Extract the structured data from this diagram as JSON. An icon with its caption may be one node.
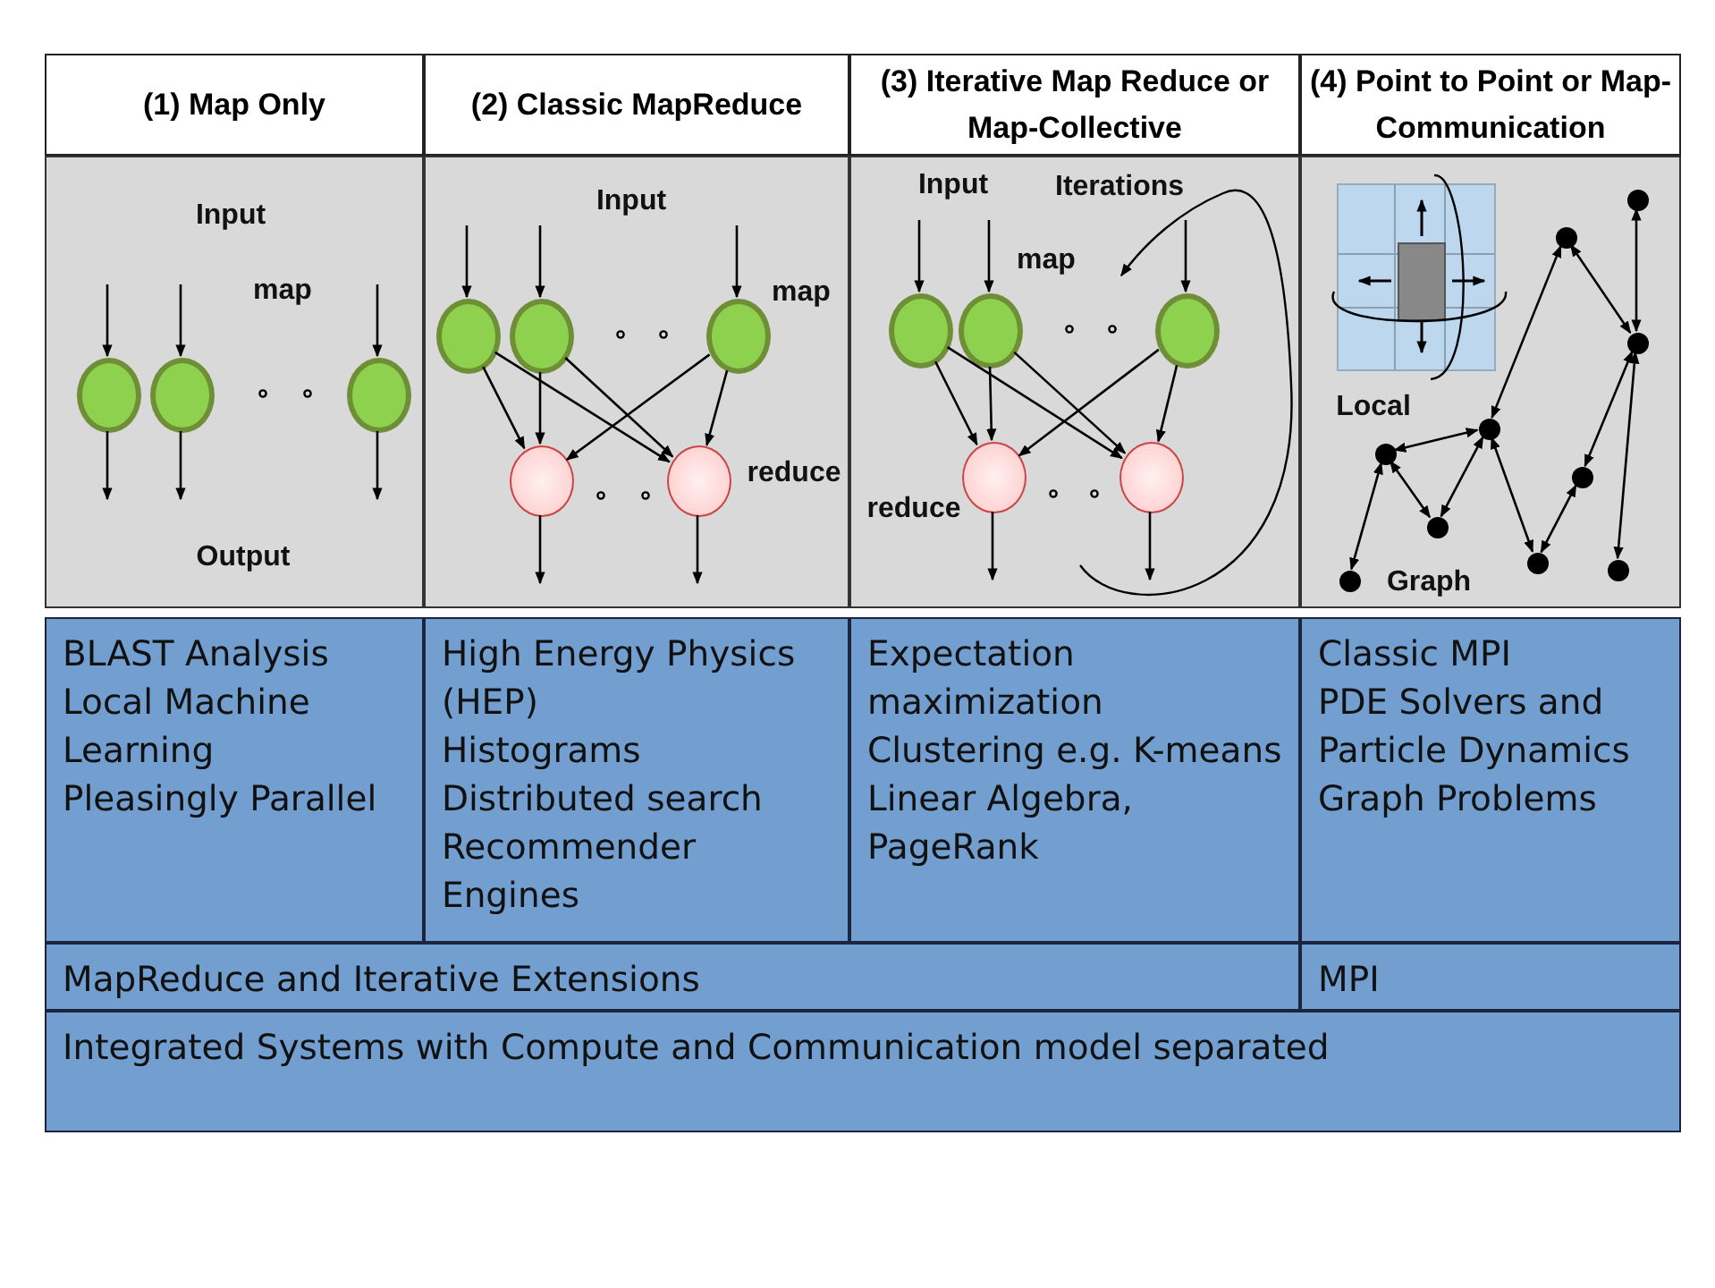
{
  "diagram": {
    "nodes": [
      {
        "text": [
          "(1) Map Only"
        ]
      },
      {
        "text": [
          "(2) Classic MapReduce"
        ]
      },
      {
        "text": [
          "(3) Iterative Map Reduce or Map-Collective"
        ]
      },
      {
        "text": [
          "(4) Point to Point or Map-Communication"
        ]
      },
      {
        "text": [
          "Input",
          "map",
          "Output"
        ]
      },
      {
        "text": [],
        "shape": "circle",
        "in": 4
      },
      {
        "text": [],
        "shape": "circle",
        "in": 4
      },
      {
        "text": [],
        "shape": "circle",
        "in": 4
      },
      {
        "text": [
          "Input",
          "map",
          "reduce"
        ]
      },
      {
        "text": [],
        "shape": "circle",
        "in": 8
      },
      {
        "text": [],
        "shape": "circle",
        "in": 8
      },
      {
        "text": [],
        "shape": "circle",
        "in": 8
      },
      {
        "text": [],
        "shape": "circle",
        "in": 8
      },
      {
        "text": [],
        "shape": "circle",
        "in": 8
      },
      {
        "text": [
          "Input",
          "Iterations",
          "map",
          "reduce"
        ]
      },
      {
        "text": [],
        "shape": "circle",
        "in": 14
      },
      {
        "text": [],
        "shape": "circle",
        "in": 14
      },
      {
        "text": [],
        "shape": "circle",
        "in": 14
      },
      {
        "text": [],
        "shape": "circle",
        "in": 14
      },
      {
        "text": [],
        "shape": "circle",
        "in": 14
      },
      {
        "text": [
          "Local",
          "Graph"
        ]
      },
      {
        "text": [],
        "shape": "circle",
        "in": 20
      },
      {
        "text": [],
        "shape": "circle",
        "in": 20
      },
      {
        "text": [],
        "shape": "circle",
        "in": 20
      },
      {
        "text": [],
        "shape": "circle",
        "in": 20
      },
      {
        "text": [],
        "shape": "circle",
        "in": 20
      },
      {
        "text": [],
        "shape": "circle",
        "in": 20
      },
      {
        "text": [],
        "shape": "circle",
        "in": 20
      },
      {
        "text": [],
        "shape": "circle",
        "in": 20
      },
      {
        "text": [],
        "shape": "circle",
        "in": 20
      },
      {
        "text": [],
        "shape": "circle",
        "in": 20
      },
      {
        "text": [
          "BLAST Analysis",
          "Local Machine Learning",
          "Pleasingly Parallel"
        ]
      },
      {
        "text": [
          "High Energy Physics (HEP)",
          "Histograms",
          "Distributed search",
          "Recommender Engines"
        ]
      },
      {
        "text": [
          "Expectation maximization",
          "Clustering e.g. K-means",
          "Linear Algebra, PageRank"
        ]
      },
      {
        "text": [
          "Classic MPI",
          "PDE Solvers and Particle Dynamics",
          "Graph Problems"
        ]
      },
      {
        "text": [
          "MapReduce and Iterative Extensions"
        ]
      },
      {
        "text": [
          "MPI"
        ]
      },
      {
        "text": [
          "Integrated Systems with Compute and Communication model separated"
        ]
      }
    ],
    "edges": [
      {
        "from": null,
        "to": 5,
        "arrow": "to"
      },
      {
        "from": null,
        "to": 6,
        "arrow": "to"
      },
      {
        "from": null,
        "to": 7,
        "arrow": "to"
      },
      {
        "from": 5,
        "to": null,
        "arrow": "to"
      },
      {
        "from": 6,
        "to": null,
        "arrow": "to"
      },
      {
        "from": 7,
        "to": null,
        "arrow": "to"
      },
      {
        "from": null,
        "to": 9,
        "arrow": "to"
      },
      {
        "from": null,
        "to": 10,
        "arrow": "to"
      },
      {
        "from": null,
        "to": 11,
        "arrow": "to"
      },
      {
        "from": 9,
        "to": 12,
        "arrow": "to"
      },
      {
        "from": 9,
        "to": 13,
        "arrow": "to"
      },
      {
        "from": 10,
        "to": 12,
        "arrow": "to"
      },
      {
        "from": 10,
        "to": 13,
        "arrow": "to"
      },
      {
        "from": 11,
        "to": 12,
        "arrow": "to"
      },
      {
        "from": 11,
        "to": 13,
        "arrow": "to"
      },
      {
        "from": 12,
        "to": null,
        "arrow": "to"
      },
      {
        "from": 13,
        "to": null,
        "arrow": "to"
      },
      {
        "from": null,
        "to": 15,
        "arrow": "to"
      },
      {
        "from": null,
        "to": 16,
        "arrow": "to"
      },
      {
        "from": null,
        "to": 17,
        "arrow": "to"
      },
      {
        "from": 15,
        "to": 18,
        "arrow": "to"
      },
      {
        "from": 15,
        "to": 19,
        "arrow": "to"
      },
      {
        "from": 16,
        "to": 18,
        "arrow": "to"
      },
      {
        "from": 16,
        "to": 19,
        "arrow": "to"
      },
      {
        "from": 17,
        "to": 18,
        "arrow": "to"
      },
      {
        "from": 17,
        "to": 19,
        "arrow": "to"
      },
      {
        "from": 18,
        "to": null,
        "arrow": "to"
      },
      {
        "from": 19,
        "to": null,
        "arrow": "to"
      },
      {
        "from": 22,
        "to": 24,
        "arrow": "both"
      },
      {
        "from": 22,
        "to": 23,
        "arrow": "both"
      },
      {
        "from": 21,
        "to": 23,
        "arrow": "both"
      },
      {
        "from": 23,
        "to": 26,
        "arrow": "both"
      },
      {
        "from": 23,
        "to": 29,
        "arrow": "both"
      },
      {
        "from": 24,
        "to": 25,
        "arrow": "both"
      },
      {
        "from": 25,
        "to": 27,
        "arrow": "both"
      },
      {
        "from": 27,
        "to": 24,
        "arrow": "both"
      },
      {
        "from": 24,
        "to": 28,
        "arrow": "both"
      },
      {
        "from": 28,
        "to": 26,
        "arrow": "both"
      },
      {
        "from": 25,
        "to": 30,
        "arrow": "both"
      }
    ]
  }
}
